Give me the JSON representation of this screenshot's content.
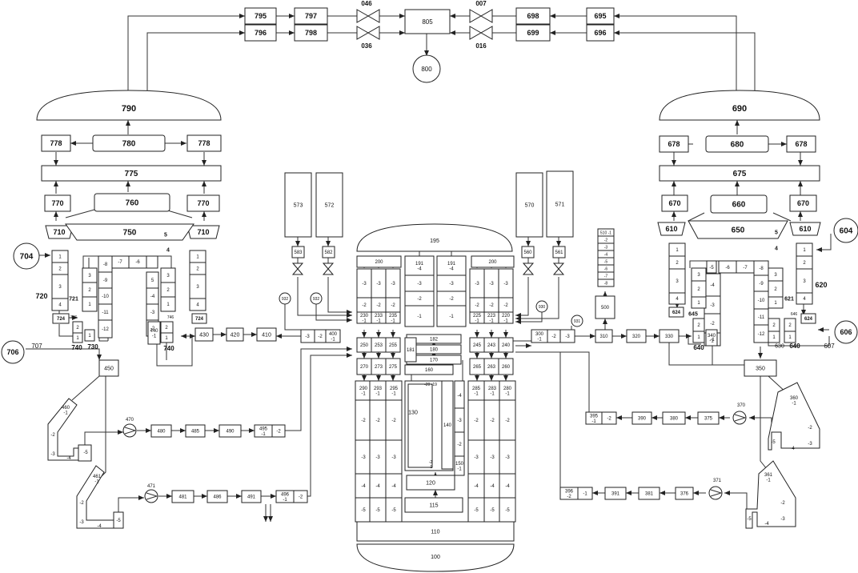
{
  "labels": {
    "b800": "800",
    "b805": "805",
    "b795": "795",
    "b796": "796",
    "b797": "797",
    "b798": "798",
    "v046": "046",
    "v036": "036",
    "v007": "007",
    "v016": "016",
    "b698": "698",
    "b699": "699",
    "b695": "695",
    "b696": "696",
    "b790": "790",
    "b780": "780",
    "b778a": "778",
    "b778b": "778",
    "b775": "775",
    "b770a": "770",
    "b770b": "770",
    "b760": "760",
    "b710a": "710",
    "b710b": "710",
    "b750": "750",
    "s5a": "5",
    "s4a": "4",
    "b704": "704",
    "b720": "720",
    "b721": "721",
    "b724a": "724",
    "b724b": "724",
    "b740a": "740",
    "b740b": "740",
    "b730": "730",
    "b706": "706",
    "b707": "707",
    "b746a": "746",
    "b746b": "746",
    "b440": "440\n-1",
    "b430": "430",
    "b420": "420",
    "b410": "410",
    "b400": "400\n-1",
    "m3a": "-3",
    "m2a": "-2",
    "b450": "450",
    "b460": "460\n-1",
    "b461": "461\n-1",
    "b470": "470",
    "b471": "471",
    "b480": "480",
    "b485": "485",
    "b490": "490",
    "b495": "495\n-1",
    "m2c": "-2",
    "b481": "481",
    "b486": "486",
    "b491": "491",
    "b496": "496\n-1",
    "m2d": "-2",
    "b573": "573",
    "b572": "572",
    "b583": "583",
    "b582": "582",
    "b932a": "932",
    "b932b": "932",
    "b570": "570",
    "b571": "571",
    "b560": "560",
    "b561": "561",
    "b930": "930",
    "b931": "931",
    "b195": "195",
    "b200a": "200",
    "b200b": "200",
    "b191a": "191\n-4",
    "b191b": "191\n-4",
    "b230": "230\n-1",
    "b233": "233\n-1",
    "b235": "235\n-1",
    "b225": "225\n-1",
    "b223": "223\n-1",
    "b220": "220\n-1",
    "b250": "250",
    "b253": "253",
    "b255": "255",
    "b245": "245",
    "b243": "243",
    "b240": "240",
    "b182": "182",
    "b180": "180",
    "b170": "170",
    "b181": "181",
    "b270": "270",
    "b273": "273",
    "b275": "275",
    "b265": "265",
    "b263": "263",
    "b260": "260",
    "b160": "160",
    "b290": "290\n-1",
    "b293": "293\n-1",
    "b295": "295\n-1",
    "b285": "285\n-1",
    "b283": "283\n-1",
    "b280": "280\n-1",
    "b130": "130",
    "b140": "140",
    "b150": "150\n-1",
    "b120": "120",
    "b115": "115",
    "b110": "110",
    "b100": "100",
    "b300": "300\n-1",
    "m2e": "-2",
    "m3e": "-3",
    "b310": "310",
    "b320": "320",
    "b330": "330",
    "b500": "500",
    "s510": [
      "510 -1",
      "-2",
      "-3",
      "-4",
      "-5",
      "-6",
      "-7",
      "-8"
    ],
    "b690": "690",
    "b680": "680",
    "b678a": "678",
    "b678b": "678",
    "b675": "675",
    "b670a": "670",
    "b670b": "670",
    "b660": "660",
    "b610a": "610",
    "b610b": "610",
    "b650": "650",
    "s5b": "5",
    "s4b": "4",
    "b604": "604",
    "b620": "620",
    "b621": "621",
    "b624a": "624",
    "b624b": "624",
    "b645": "645",
    "b646": "646",
    "b640a": "640",
    "b640b": "640",
    "b630": "630",
    "b606": "606",
    "b607": "607",
    "b340": "340\n-1",
    "b350": "350",
    "b360": "360\n-1",
    "b361": "361\n-1",
    "b370": "370",
    "b371": "371",
    "b395": "395\n-1",
    "m2f": "-2",
    "b390": "390",
    "b380": "380",
    "b375": "375",
    "b396": "396\n-2",
    "m1g": "-1",
    "b391": "391",
    "b381": "381",
    "b376": "376"
  }
}
